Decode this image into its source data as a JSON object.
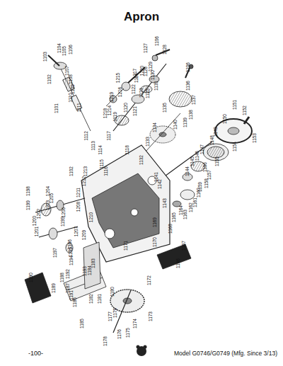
{
  "diagram": {
    "title": "Apron",
    "labels": [
      "1103",
      "1102",
      "1104",
      "1105",
      "1106",
      "1107",
      "1108",
      "1109",
      "1110",
      "1111",
      "1101",
      "1112",
      "1113",
      "1114",
      "1115",
      "1116",
      "1117",
      "1118",
      "1119",
      "1214",
      "1215",
      "1216",
      "1217",
      "1218",
      "1219",
      "1220",
      "1106",
      "1127",
      "1128",
      "1129",
      "1130",
      "1126",
      "1124",
      "1122",
      "1121",
      "1123",
      "1125",
      "1131",
      "1106",
      "1136",
      "1137",
      "1138",
      "1139",
      "1140",
      "1135",
      "1134",
      "1133",
      "1132",
      "1120",
      "1151",
      "1152",
      "1150",
      "1153",
      "1154",
      "1149",
      "1148",
      "1155",
      "1147",
      "1146",
      "1145",
      "1144",
      "1157",
      "1156",
      "1158",
      "1159",
      "1160",
      "1161",
      "1162",
      "1163",
      "1164",
      "1165",
      "1142",
      "1141",
      "1143",
      "1168",
      "1169",
      "1170",
      "1171",
      "1166",
      "1167",
      "1172",
      "1173",
      "1174",
      "1175",
      "1176",
      "1177",
      "1178",
      "1179",
      "1180",
      "1181",
      "1182",
      "1183",
      "1184",
      "1185",
      "1186",
      "1187",
      "1188",
      "1189",
      "1190",
      "1191",
      "1192",
      "1193",
      "1194",
      "1195",
      "1196",
      "1197",
      "1198",
      "1199",
      "1200",
      "1201",
      "1202",
      "1203",
      "1204",
      "1205",
      "1206",
      "1207",
      "1208",
      "1209",
      "1210",
      "1211",
      "1212",
      "1213",
      "1102",
      "1199",
      "-100-",
      "Model G0746/G0749 (Mfg. Since 3/13)"
    ]
  }
}
